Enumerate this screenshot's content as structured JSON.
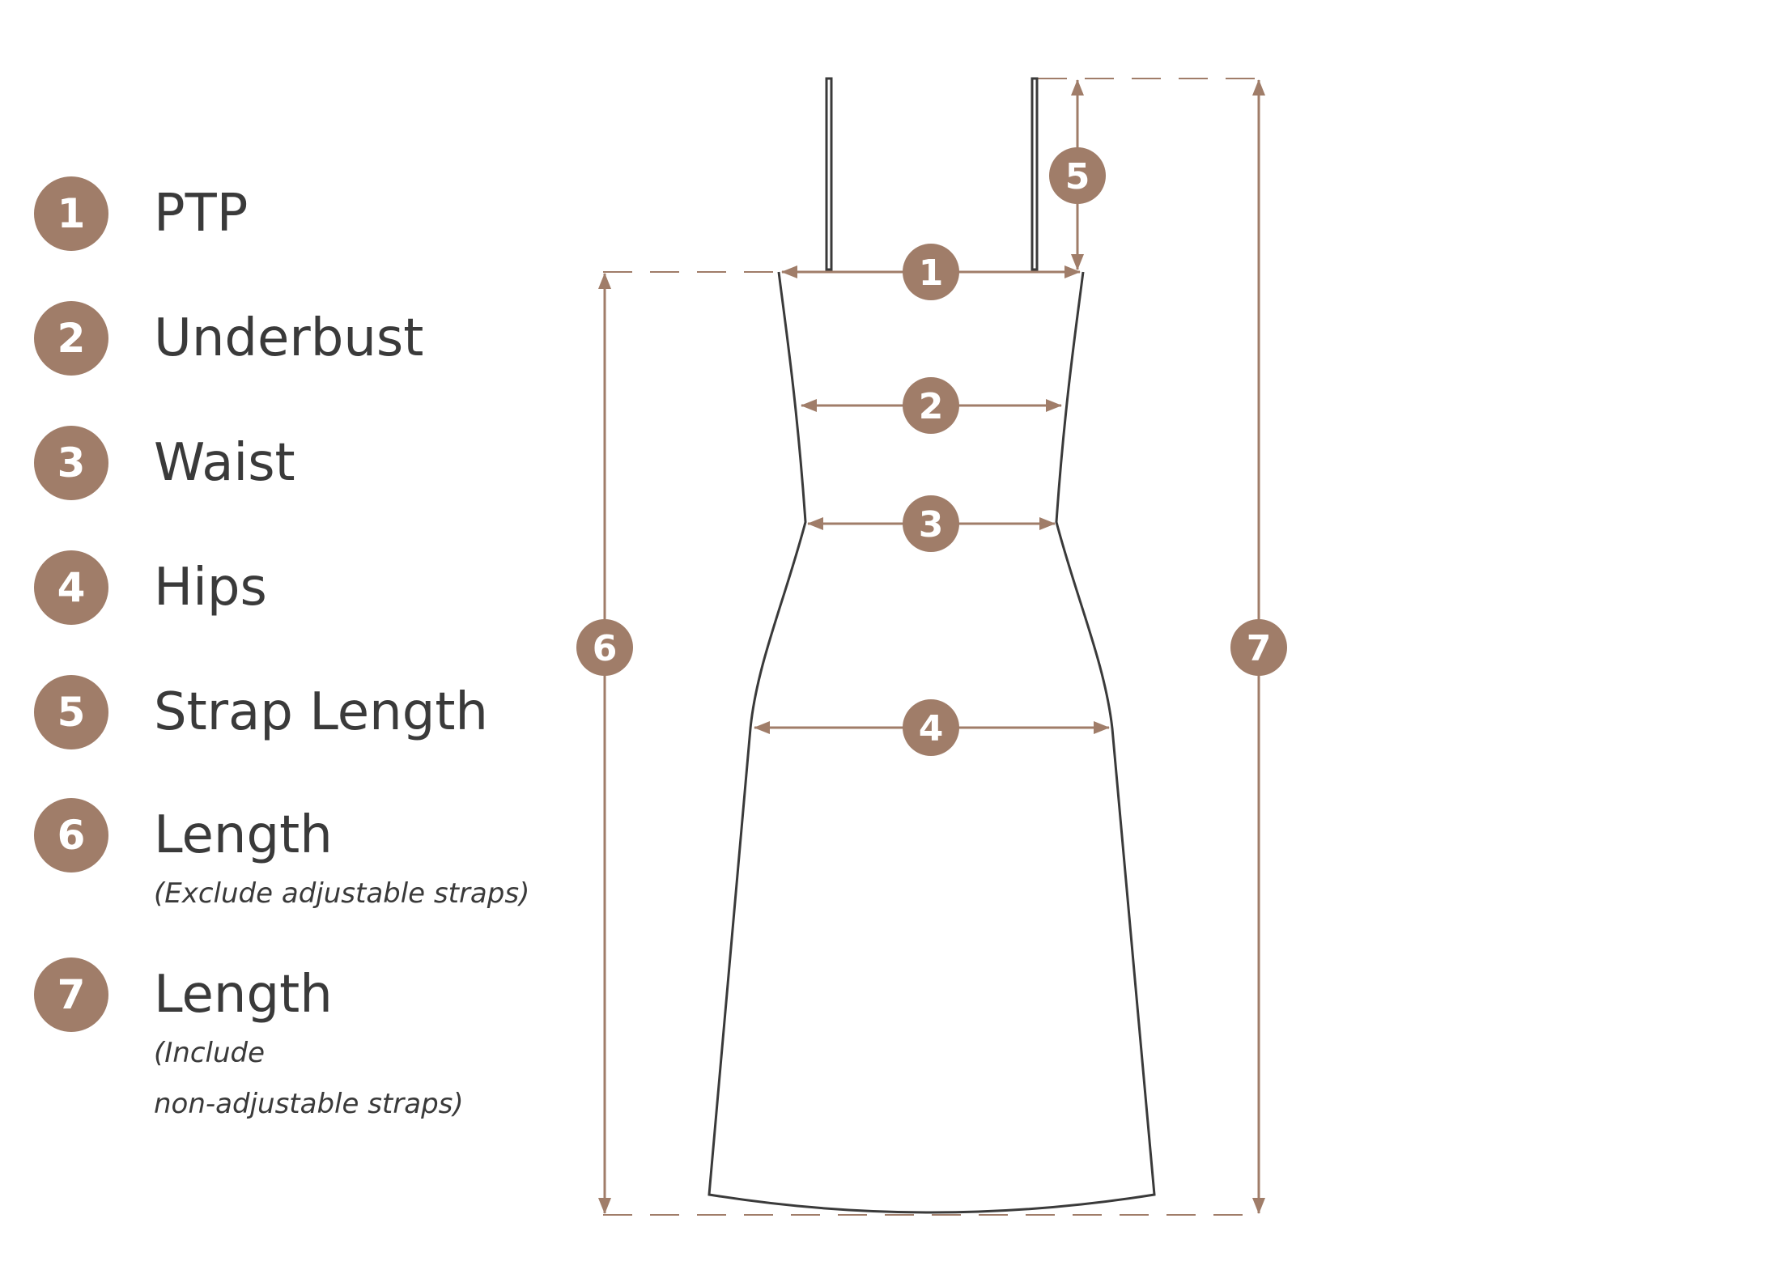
{
  "legend": {
    "items": [
      {
        "number": "1",
        "label": "PTP"
      },
      {
        "number": "2",
        "label": "Underbust"
      },
      {
        "number": "3",
        "label": "Waist"
      },
      {
        "number": "4",
        "label": "Hips"
      },
      {
        "number": "5",
        "label": "Strap Length"
      },
      {
        "number": "6",
        "label": "Length",
        "note": "(Exclude adjustable straps)"
      },
      {
        "number": "7",
        "label": "Length",
        "note_line1": "(Include",
        "note_line2": "non-adjustable straps)"
      }
    ]
  },
  "diagram": {
    "markers": {
      "ptp": "1",
      "underbust": "2",
      "waist": "3",
      "hips": "4",
      "strap_length": "5",
      "length_exclude": "6",
      "length_include": "7"
    }
  },
  "colors": {
    "accent": "#a07d69",
    "outline": "#3a3a3a",
    "text": "#3a3a3a",
    "badge_text": "#ffffff"
  }
}
